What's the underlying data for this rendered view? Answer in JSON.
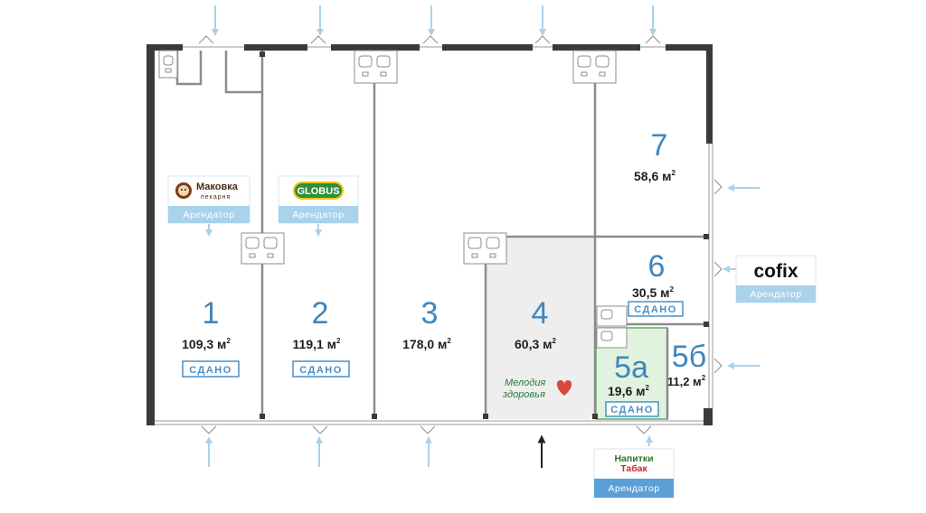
{
  "units": [
    {
      "id": "1",
      "number": "1",
      "area": "109,3 м",
      "status": "СДАНО"
    },
    {
      "id": "2",
      "number": "2",
      "area": "119,1 м",
      "status": "СДАНО"
    },
    {
      "id": "3",
      "number": "3",
      "area": "178,0 м",
      "status": ""
    },
    {
      "id": "4",
      "number": "4",
      "area": "60,3 м",
      "status": ""
    },
    {
      "id": "5a",
      "number": "5а",
      "area": "19,6 м",
      "status": "СДАНО"
    },
    {
      "id": "5b",
      "number": "5б",
      "area": "11,2 м",
      "status": ""
    },
    {
      "id": "6",
      "number": "6",
      "area": "30,5 м",
      "status": "СДАНО"
    },
    {
      "id": "7",
      "number": "7",
      "area": "58,6 м",
      "status": ""
    }
  ],
  "area_superscript": "2",
  "tenants": {
    "makovka": {
      "name": "Маковка",
      "subtitle": "пекарня",
      "label": "Арендатор"
    },
    "globus": {
      "name": "GLOBUS",
      "label": "Арендатор"
    },
    "cofix": {
      "name": "cofix",
      "label": "Арендатор"
    },
    "napitki": {
      "line1": "Напитки",
      "line2": "Табак",
      "label": "Арендатор"
    },
    "melodiya": {
      "line1": "Мелодия",
      "line2": "здоровья"
    }
  },
  "colors": {
    "wall": "#3a3a3a",
    "partition": "#8c8c8c",
    "arrow": "#a9d2ec",
    "main_arrow": "#222222",
    "number": "#3f86bd",
    "badge": "#4a8fc9",
    "tenant_bar": "#a9d2ec",
    "unit4_fill": "#eeeeee",
    "unit5a_fill": "#e1f3df",
    "unit5a_border": "#5ab55a"
  }
}
